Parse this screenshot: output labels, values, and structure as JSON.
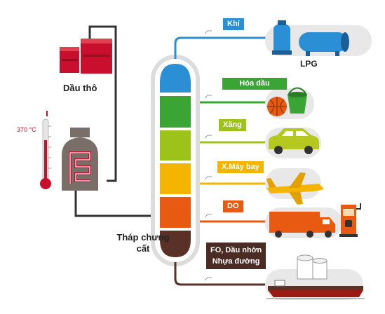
{
  "labels": {
    "crude": "Dầu thô",
    "tower_line1": "Tháp chưng",
    "tower_line2": "cất",
    "temperature": "370 °C",
    "lpg": "LPG"
  },
  "products": [
    {
      "name": "Khí",
      "color": "#2a8fd4"
    },
    {
      "name": "Hóa dầu",
      "color": "#3aa535"
    },
    {
      "name": "Xăng",
      "color": "#9dc21a"
    },
    {
      "name": "X.Máy bay",
      "color": "#f4b400"
    },
    {
      "name": "DO",
      "color": "#e85a12"
    },
    {
      "name": "FO, Dầu nhờn",
      "name2": "Nhựa đường",
      "color": "#4a2c24"
    }
  ],
  "colors": {
    "barrel": "#c8102e",
    "furnace": "#7a6e68",
    "tower_frame": "#dcdcdc",
    "pipe": "#333333",
    "icon_bg": "#e8e8e8"
  }
}
